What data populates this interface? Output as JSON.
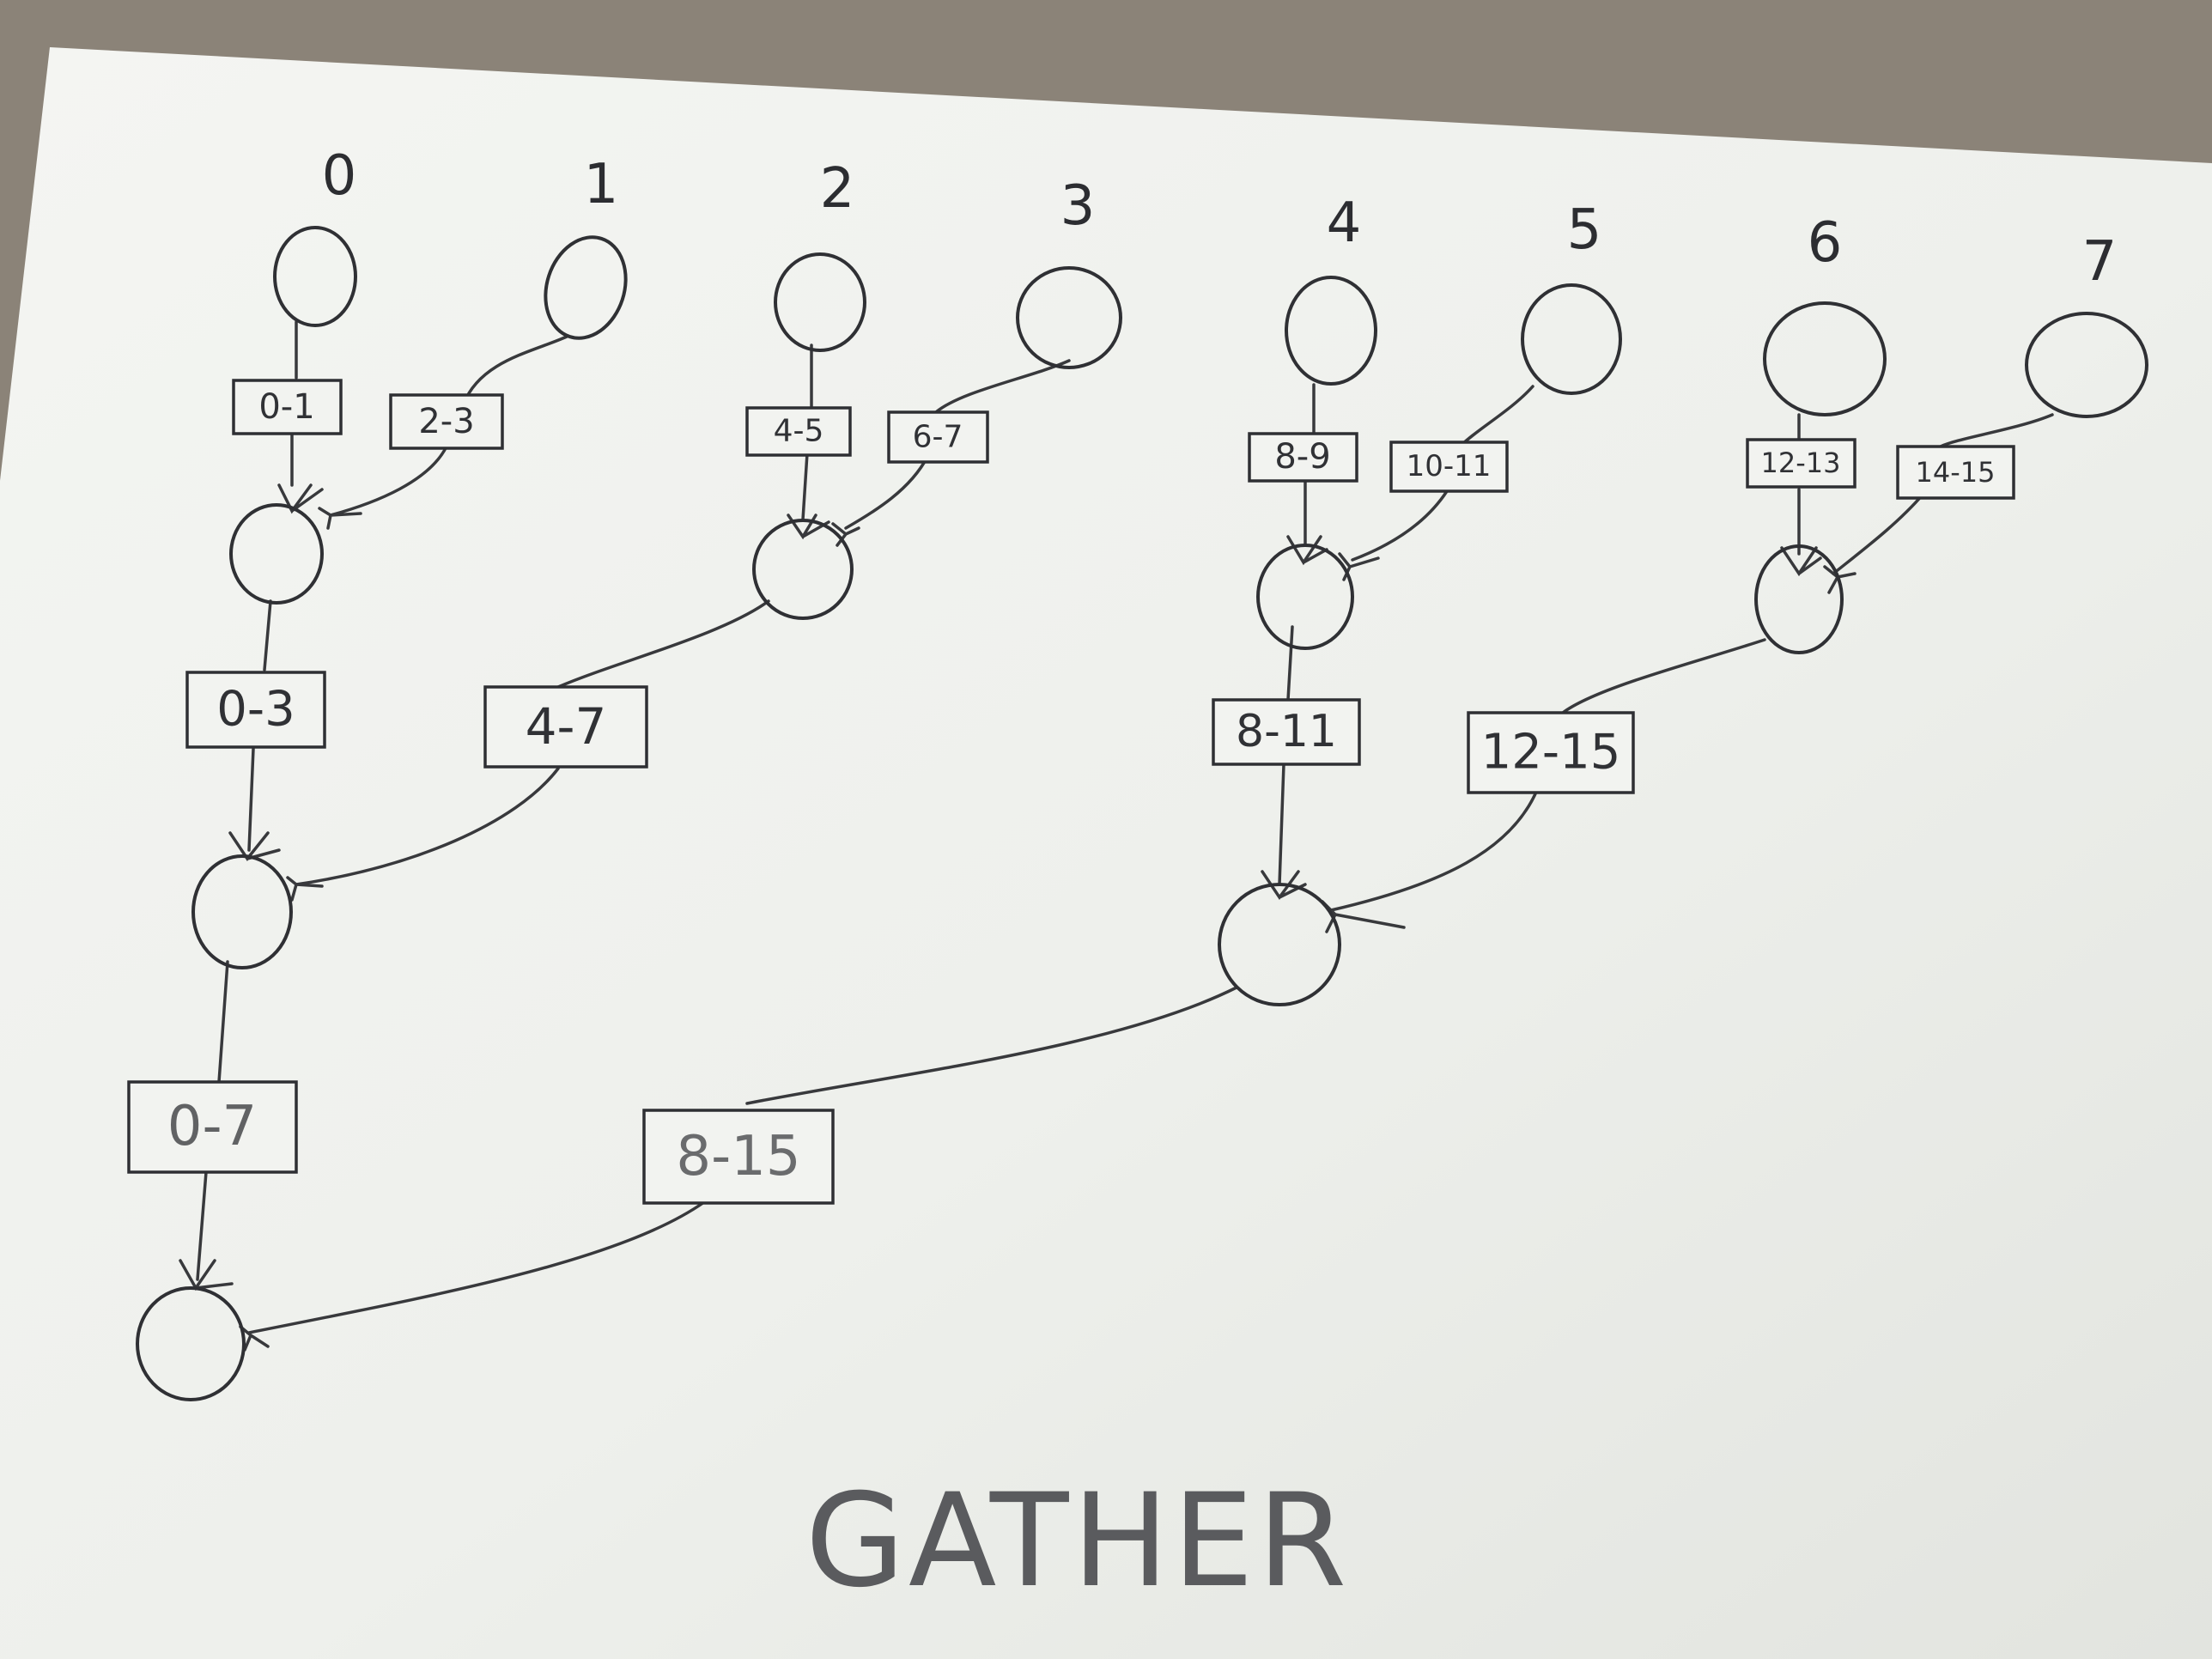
{
  "diagram": {
    "title": "GATHER",
    "processes": [
      "0",
      "1",
      "2",
      "3",
      "4",
      "5",
      "6",
      "7"
    ],
    "level1_labels": [
      "0-1",
      "2-3",
      "4-5",
      "6-7",
      "8-9",
      "10-11",
      "12-13",
      "14-15"
    ],
    "level2_labels": [
      "0-3",
      "4-7",
      "8-11",
      "12-15"
    ],
    "level3_labels": [
      "0-7",
      "8-15"
    ]
  },
  "colors": {
    "ink": "#2f3034",
    "paper": "#f2f3f0",
    "background": "#8b8378"
  }
}
